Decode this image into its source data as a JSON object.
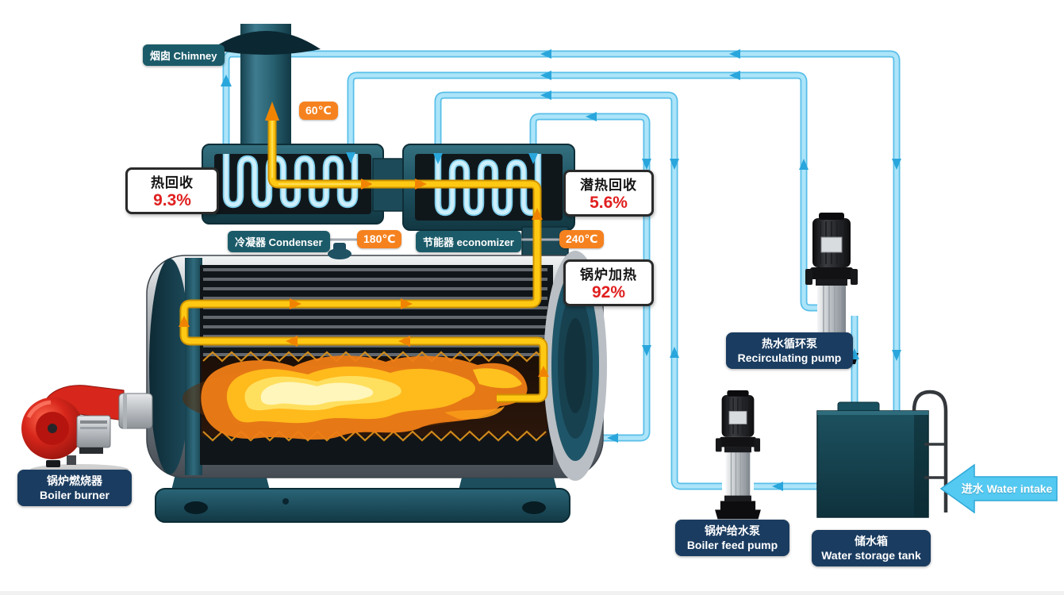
{
  "title": "Boiler flue-gas heat recovery system diagram",
  "labels": {
    "chimney": "烟囱 Chimney",
    "condenser": "冷凝器 Condenser",
    "economizer": "节能器 economizer",
    "burner_zh": "锅炉燃烧器",
    "burner_en": "Boiler burner",
    "recirc_zh": "热水循环泵",
    "recirc_en": "Recirculating pump",
    "feed_zh": "锅炉给水泵",
    "feed_en": "Boiler feed pump",
    "tank_zh": "储水箱",
    "tank_en": "Water storage tank",
    "water_intake": "进水 Water intake"
  },
  "temperatures": {
    "chimney_exhaust": "60℃",
    "condenser_flue": "180℃",
    "economizer_flue": "240℃"
  },
  "stats": {
    "heat_recovery": {
      "title": "热回收",
      "value": "9.3%"
    },
    "latent_heat_recovery": {
      "title": "潜热回收",
      "value": "5.6%"
    },
    "boiler_heating": {
      "title": "锅炉加热",
      "value": "92%"
    }
  },
  "colors": {
    "water_pipe": "#ace4f9",
    "water_pipe_edge": "#58bfe8",
    "flue_pipe": "#ffc913",
    "flue_pipe_edge": "#cf9300",
    "badge_teal": "#1b5b69",
    "badge_navy": "#1a3c60",
    "badge_orange": "#f5821f",
    "stat_value_red": "#e01f1f",
    "equipment_teal": "#1d4f5e",
    "flame_orange": "#ef7d16",
    "burner_red": "#d7261b",
    "intake_arrow": "#54c9f1"
  }
}
